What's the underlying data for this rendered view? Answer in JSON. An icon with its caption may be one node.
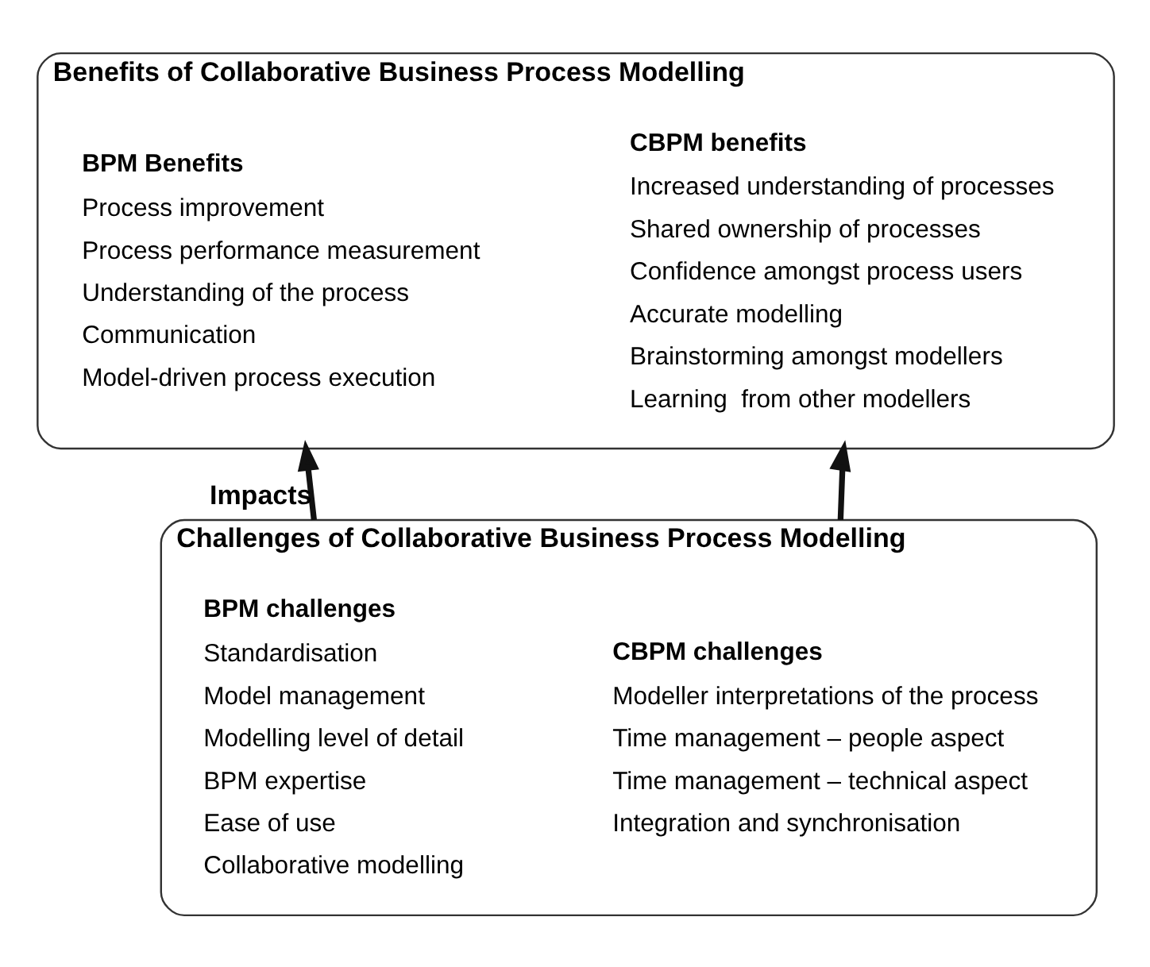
{
  "diagram": {
    "nodes": [
      {
        "text": [
          "Benefits of Collaborative Business Process Modelling"
        ]
      },
      {
        "text": [
          "BPM Benefits",
          "Process improvement",
          "Process performance measurement",
          "Understanding of the process",
          "Communication",
          "Model-driven process execution"
        ],
        "in": 0
      },
      {
        "text": [
          "CBPM benefits",
          "Increased understanding of processes",
          "Shared ownership of processes",
          "Confidence amongst process users",
          "Accurate modelling",
          "Brainstorming amongst modellers",
          "Learning  from other modellers"
        ],
        "in": 0
      },
      {
        "text": [
          "Challenges of Collaborative Business Process Modelling"
        ]
      },
      {
        "text": [
          "BPM challenges",
          "Standardisation",
          "Model management",
          "Modelling level of detail",
          "BPM expertise",
          "Ease of use",
          "Collaborative modelling"
        ],
        "in": 3
      },
      {
        "text": [
          "CBPM challenges",
          "Modeller interpretations of the process",
          "Time management – people aspect",
          "Time management – technical aspect",
          "Integration and synchronisation"
        ],
        "in": 3
      }
    ],
    "edges": [
      {
        "from": 3,
        "to": 0,
        "arrow": "to",
        "label": "Impacts"
      },
      {
        "from": 3,
        "to": 0,
        "arrow": "to"
      }
    ]
  }
}
